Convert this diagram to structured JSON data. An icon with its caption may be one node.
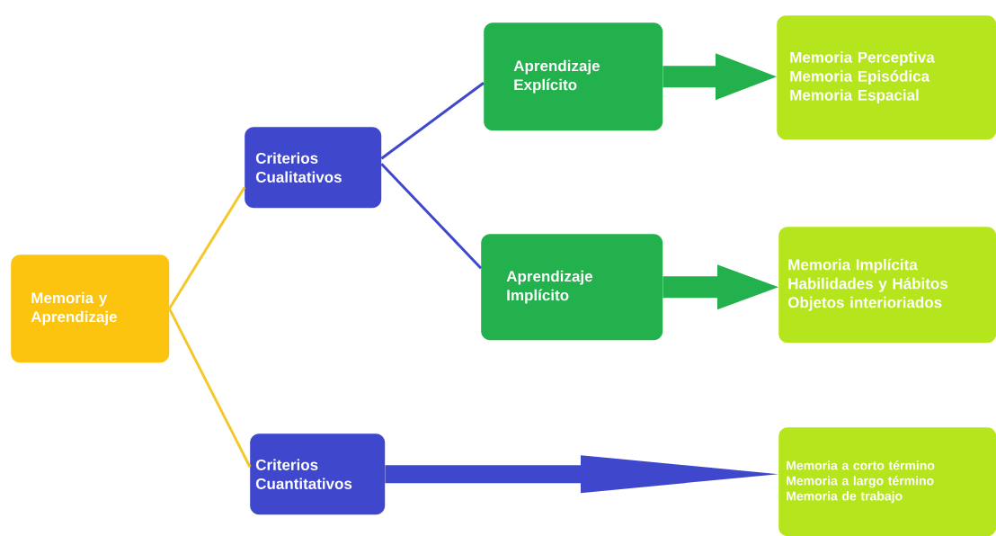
{
  "diagram": {
    "nodes": [
      {
        "text": [
          "Memoria y Aprendizaje"
        ]
      },
      {
        "text": [
          "Criterios Cualitativos"
        ]
      },
      {
        "text": [
          "Criterios Cuantitativos"
        ]
      },
      {
        "text": [
          "Aprendizaje Explícito"
        ]
      },
      {
        "text": [
          "Aprendizaje Implícito"
        ]
      },
      {
        "text": [
          "Memoria Perceptiva",
          "Memoria Episódica",
          "Memoria Espacial"
        ]
      },
      {
        "text": [
          "Memoria Implícita",
          "Habilidades y Hábitos",
          "Objetos interioriados"
        ]
      },
      {
        "text": [
          "Memoria a corto término",
          "Memoria a largo término",
          "Memoria de trabajo"
        ]
      }
    ],
    "edges": [
      {
        "from": 0,
        "to": 1,
        "arrow": "none",
        "color": "#f5c82a"
      },
      {
        "from": 0,
        "to": 2,
        "arrow": "none",
        "color": "#f5c82a"
      },
      {
        "from": 1,
        "to": 3,
        "arrow": "none",
        "color": "#3f48cc"
      },
      {
        "from": 1,
        "to": 4,
        "arrow": "none",
        "color": "#3f48cc"
      },
      {
        "from": 3,
        "to": 5,
        "arrow": "to",
        "style": "thick",
        "color": "#22b14c"
      },
      {
        "from": 4,
        "to": 6,
        "arrow": "to",
        "style": "thick",
        "color": "#22b14c"
      },
      {
        "from": 2,
        "to": 7,
        "arrow": "to",
        "style": "thick",
        "color": "#3f48cc"
      }
    ]
  }
}
